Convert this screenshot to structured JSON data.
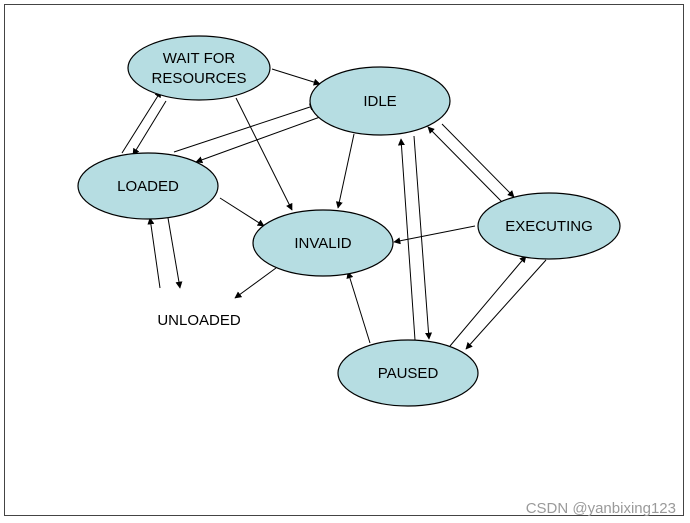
{
  "diagram": {
    "states": {
      "wait": {
        "lines": [
          "WAIT FOR",
          "RESOURCES"
        ]
      },
      "idle": {
        "lines": [
          "IDLE"
        ]
      },
      "loaded": {
        "lines": [
          "LOADED"
        ]
      },
      "invalid": {
        "lines": [
          "INVALID"
        ]
      },
      "executing": {
        "lines": [
          "EXECUTING"
        ]
      },
      "paused": {
        "lines": [
          "PAUSED"
        ]
      }
    },
    "unloaded_label": "UNLOADED",
    "colors": {
      "node_fill": "#b6dde2",
      "node_stroke": "#000000",
      "edge": "#000000"
    }
  },
  "watermark": "CSDN @yanbixing123"
}
